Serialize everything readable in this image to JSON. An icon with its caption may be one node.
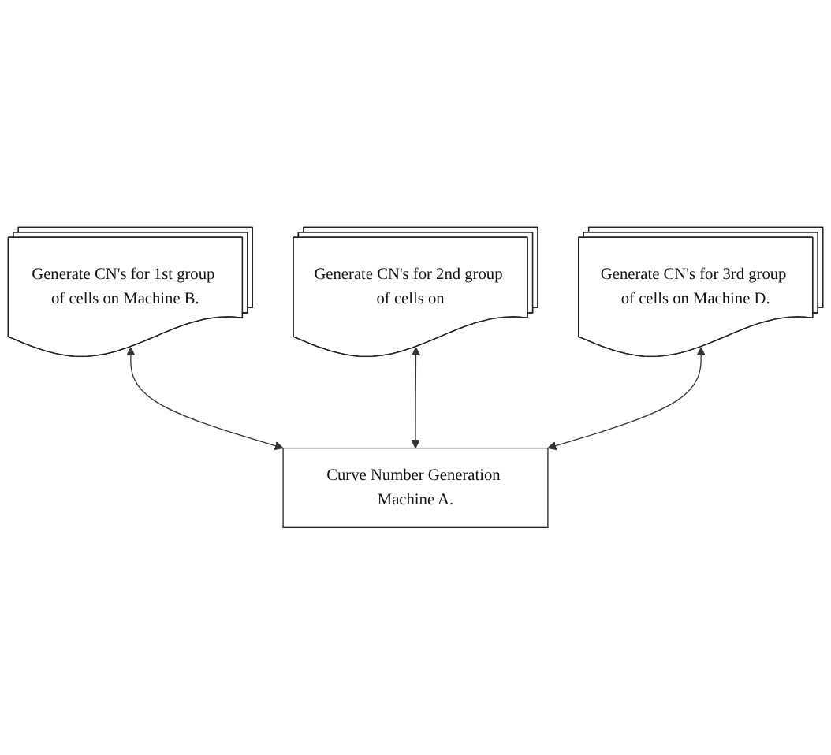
{
  "diagram": {
    "nodes": [
      {
        "text": [
          "Generate CN's for 1st group of cells on Machine B."
        ]
      },
      {
        "text": [
          "Generate CN's for 2nd group of cells on"
        ]
      },
      {
        "text": [
          "Generate CN's for 3rd group of cells on Machine D."
        ]
      },
      {
        "text": [
          "Curve Number Generation Machine A."
        ]
      }
    ],
    "edges": [
      {
        "from": 0,
        "to": 3,
        "arrow": "both"
      },
      {
        "from": 1,
        "to": 3,
        "arrow": "both"
      },
      {
        "from": 2,
        "to": 3,
        "arrow": "both"
      }
    ]
  }
}
